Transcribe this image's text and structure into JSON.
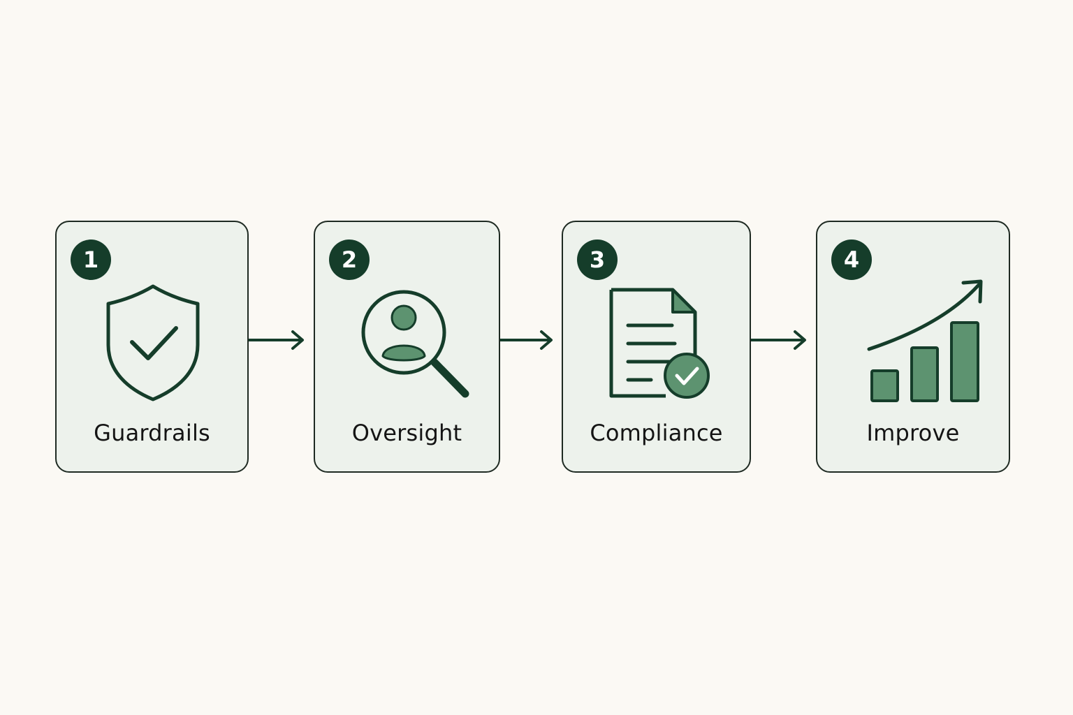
{
  "colors": {
    "background": "#fbf9f4",
    "card_fill": "#edf2ec",
    "card_border": "#1e2a22",
    "accent_dark": "#153d2a",
    "accent_fill": "#5d9370"
  },
  "steps": [
    {
      "number": "1",
      "label": "Guardrails",
      "icon": "shield-check-icon"
    },
    {
      "number": "2",
      "label": "Oversight",
      "icon": "person-magnifier-icon"
    },
    {
      "number": "3",
      "label": "Compliance",
      "icon": "document-check-icon"
    },
    {
      "number": "4",
      "label": "Improve",
      "icon": "bar-chart-trend-icon"
    }
  ]
}
